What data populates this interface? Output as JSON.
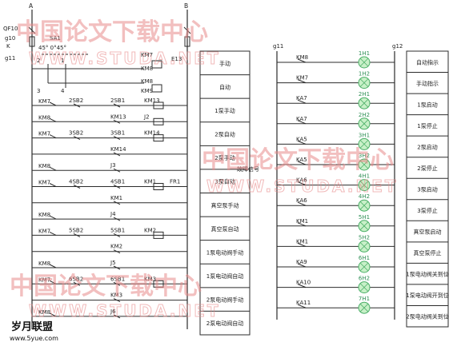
{
  "diagram": {
    "left": {
      "top_labels": {
        "a": "A",
        "b": "B"
      },
      "side_labels": {
        "qf": "QF10",
        "g10": "g10",
        "k": "K",
        "g11": "g11"
      },
      "selector": {
        "name": "SA1",
        "angles": "45° 0°45°",
        "pins": [
          "2",
          "1",
          "3",
          "4"
        ]
      },
      "km_top": [
        "KM7",
        "KM8",
        "KM8",
        "KM9"
      ],
      "e13": "E13",
      "rows": [
        {
          "a": "KM7",
          "b": "2SB2",
          "c": "2SB1",
          "d": "KM13"
        },
        {
          "a": "KM8",
          "b": "",
          "c": "KM13",
          "d": "J2"
        },
        {
          "a": "KM7",
          "b": "3SB2",
          "c": "3SB1",
          "d": "KM14"
        },
        {
          "a": "",
          "b": "",
          "c": "KM14",
          "d": ""
        },
        {
          "a": "KM8",
          "b": "",
          "c": "J3",
          "d": ""
        },
        {
          "a": "KM7",
          "b": "4SB2",
          "c": "4SB1",
          "d": "KM1",
          "e": "FR1"
        },
        {
          "a": "",
          "b": "",
          "c": "KM1",
          "d": ""
        },
        {
          "a": "KM8",
          "b": "",
          "c": "J4",
          "d": ""
        },
        {
          "a": "KM7",
          "b": "5SB2",
          "c": "5SB1",
          "d": "KM2"
        },
        {
          "a": "",
          "b": "",
          "c": "KM2",
          "d": ""
        },
        {
          "a": "KM8",
          "b": "",
          "c": "J5",
          "d": ""
        },
        {
          "a": "KM7",
          "b": "6SB2",
          "c": "6SB1",
          "d": "KM3"
        },
        {
          "a": "",
          "b": "",
          "c": "KM3",
          "d": ""
        },
        {
          "a": "KM8",
          "b": "",
          "c": "J6",
          "d": ""
        }
      ],
      "function_labels": [
        "手动",
        "自动",
        "1泵手动",
        "2泵自动",
        "2泵手动",
        "3泵自动",
        "真空泵手动",
        "真空泵自动",
        "1泵电动阀手动",
        "1泵电动阀自动",
        "2泵电动阀手动",
        "2泵电动阀自动"
      ],
      "side_note": "故障信号"
    },
    "right": {
      "g11": "g11",
      "g12": "g12",
      "contacts": [
        "KM8",
        "KM7",
        "KA7",
        "KA7",
        "KA5",
        "KA5",
        "KA6",
        "KA6",
        "KM1",
        "KM1",
        "KA9",
        "KA10",
        "KA11"
      ],
      "lamps": [
        "1H1",
        "1H2",
        "2H1",
        "2H2",
        "3H1",
        "3H2",
        "4H1",
        "4H2",
        "5H1",
        "5H2",
        "6H1",
        "6H2",
        "7H1"
      ],
      "indicators": [
        "自动指示",
        "手动指示",
        "1泵启动",
        "1泵停止",
        "2泵启动",
        "2泵停止",
        "3泵启动",
        "3泵停止",
        "真空泵启动",
        "真空泵停止",
        "1泵电动阀关到位",
        "1泵电动阀开到位",
        "2泵电动阀关到位"
      ]
    }
  },
  "watermarks": {
    "cn": "中国论文下载中心",
    "en": "WWW.STUDA.NET"
  },
  "brand": {
    "name": "岁月联盟",
    "url": "www.5yue.com"
  }
}
